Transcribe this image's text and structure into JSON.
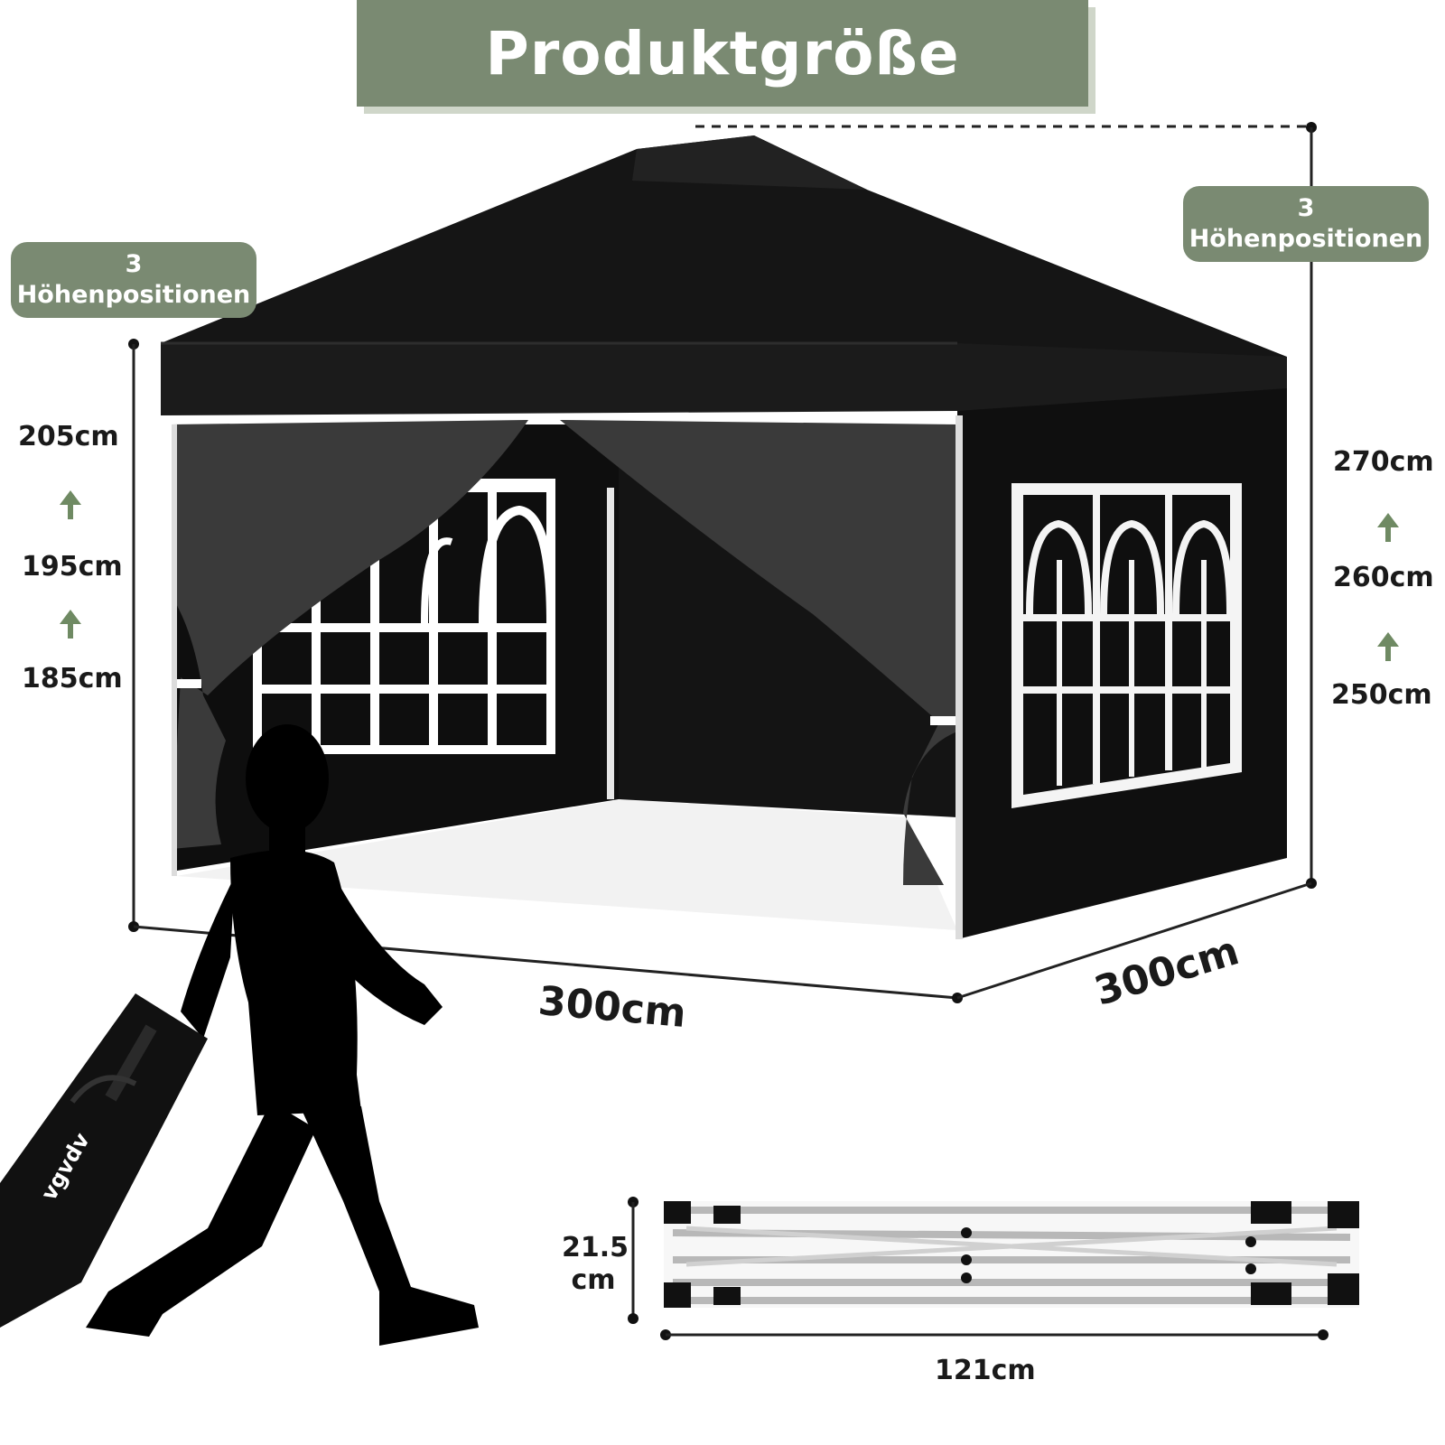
{
  "title": "Produktgröße",
  "height_positions_left": {
    "count": "3",
    "label": "Höhenpositionen"
  },
  "height_positions_right": {
    "count": "3",
    "label": "Höhenpositionen"
  },
  "side_wall_heights": [
    "205cm",
    "195cm",
    "185cm"
  ],
  "total_heights": [
    "270cm",
    "260cm",
    "250cm"
  ],
  "width_front": "300cm",
  "width_side": "300cm",
  "folded": {
    "height_line1": "21.5",
    "height_line2": "cm",
    "length": "121cm"
  },
  "bag_logo": "vgvdv",
  "colors": {
    "accent": "#7a8a72",
    "arrow": "#6f8a63",
    "tent": "#111111",
    "window": "#ffffff"
  }
}
